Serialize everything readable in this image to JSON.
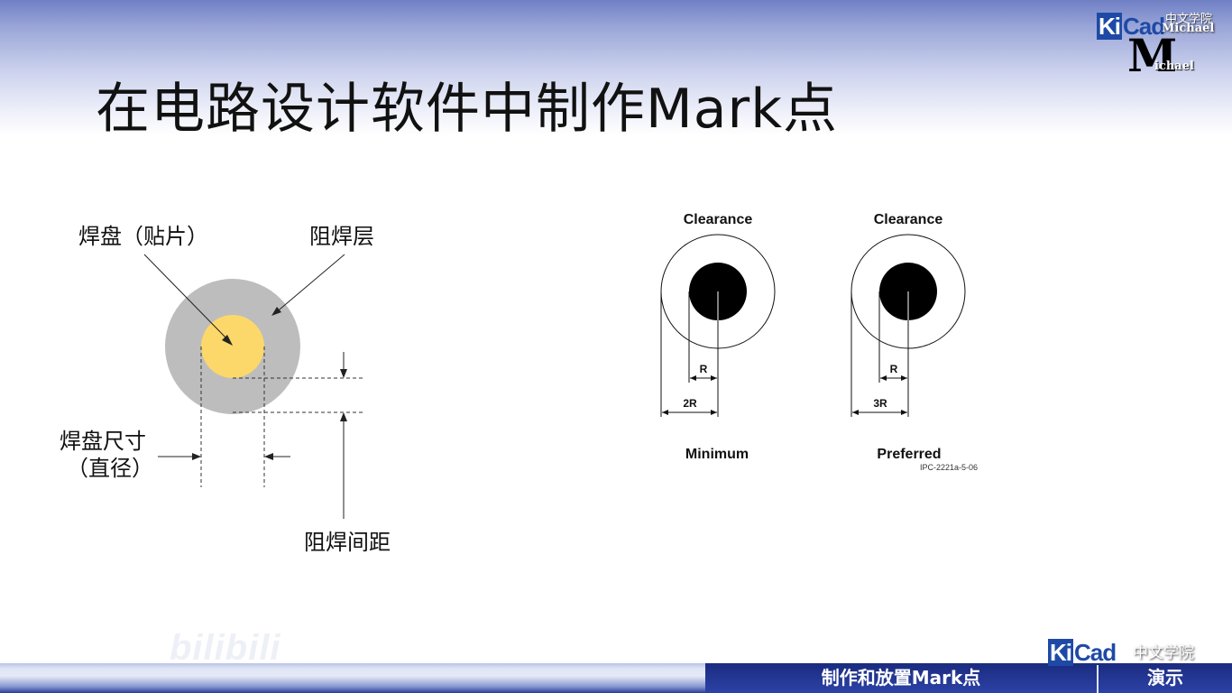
{
  "slide": {
    "title": "在电路设计软件中制作Mark点"
  },
  "logo_top": {
    "ki": "Ki",
    "cad": "Cad",
    "cn": "中文学院",
    "michael": "Michael",
    "m": "M",
    "ichael": "ichael"
  },
  "left_diagram": {
    "pad_label": "焊盘（贴片）",
    "mask_label": "阻焊层",
    "pad_size_label_1": "焊盘尺寸",
    "pad_size_label_2": "（直径）",
    "mask_clearance_label": "阻焊间距",
    "colors": {
      "pad": "#fcd76a",
      "mask": "#bdbdbd"
    }
  },
  "right_diagram": {
    "minimum": {
      "clearance_label": "Clearance",
      "r_label": "R",
      "span_label": "2R",
      "caption": "Minimum"
    },
    "preferred": {
      "clearance_label": "Clearance",
      "r_label": "R",
      "span_label": "3R",
      "caption": "Preferred"
    },
    "reference": "IPC-2221a-5-06"
  },
  "bottom_bar": {
    "topic": "制作和放置Mark点",
    "demo": "演示"
  },
  "logo_bottom": {
    "ki": "Ki",
    "cad": "Cad",
    "cn": "中文学院"
  },
  "watermark": {
    "text": "bilibili"
  }
}
